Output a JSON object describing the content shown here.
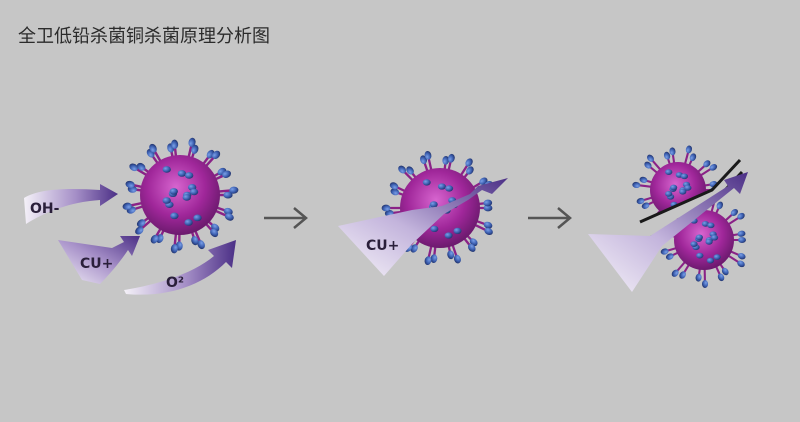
{
  "title": "全卫低铅杀菌铜杀菌原理分析图",
  "labels": {
    "oh": "OH-",
    "cu1": "CU+",
    "o2": "O²",
    "cu2": "CU+"
  },
  "colors": {
    "background": "#c6c6c6",
    "virus_body": "#a0279a",
    "spike_tip": "#3c5fb0",
    "arrow_dark": "#4b2f86",
    "arrow_light": "#f1ecf7",
    "process_arrow": "#555555"
  }
}
